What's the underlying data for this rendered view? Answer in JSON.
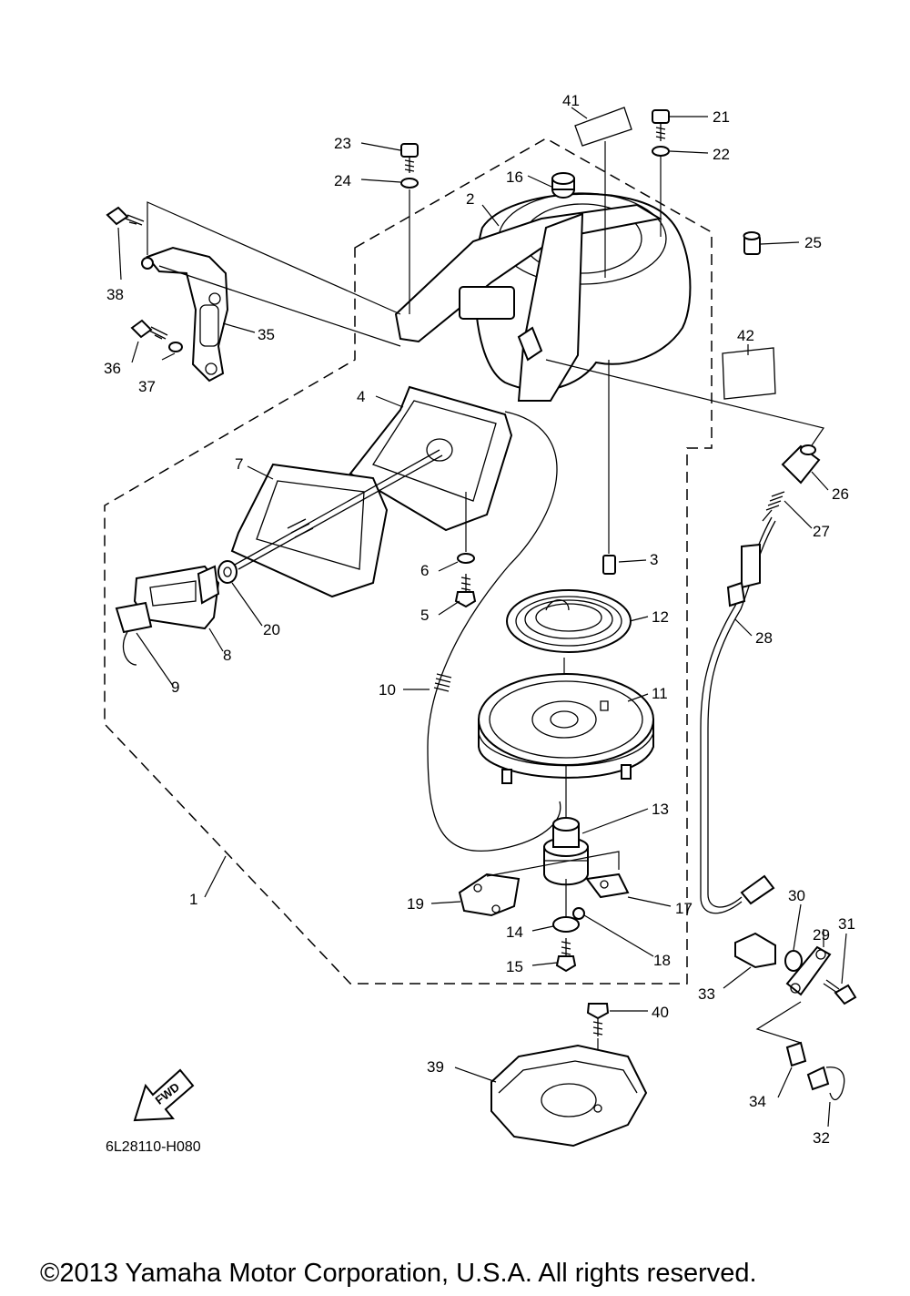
{
  "diagram": {
    "code": "6L28110-H080",
    "fwd_label": "FWD",
    "copyright": "©2013 Yamaha Motor Corporation, U.S.A. All rights reserved."
  },
  "callouts": [
    {
      "id": "1",
      "text": "1"
    },
    {
      "id": "2",
      "text": "2"
    },
    {
      "id": "3",
      "text": "3"
    },
    {
      "id": "4",
      "text": "4"
    },
    {
      "id": "5",
      "text": "5"
    },
    {
      "id": "6",
      "text": "6"
    },
    {
      "id": "7",
      "text": "7"
    },
    {
      "id": "8",
      "text": "8"
    },
    {
      "id": "9",
      "text": "9"
    },
    {
      "id": "10",
      "text": "10"
    },
    {
      "id": "11",
      "text": "11"
    },
    {
      "id": "12",
      "text": "12"
    },
    {
      "id": "13",
      "text": "13"
    },
    {
      "id": "14",
      "text": "14"
    },
    {
      "id": "15",
      "text": "15"
    },
    {
      "id": "16",
      "text": "16"
    },
    {
      "id": "17",
      "text": "17"
    },
    {
      "id": "18",
      "text": "18"
    },
    {
      "id": "19",
      "text": "19"
    },
    {
      "id": "20",
      "text": "20"
    },
    {
      "id": "21",
      "text": "21"
    },
    {
      "id": "22",
      "text": "22"
    },
    {
      "id": "23",
      "text": "23"
    },
    {
      "id": "24",
      "text": "24"
    },
    {
      "id": "25",
      "text": "25"
    },
    {
      "id": "26",
      "text": "26"
    },
    {
      "id": "27",
      "text": "27"
    },
    {
      "id": "28",
      "text": "28"
    },
    {
      "id": "29",
      "text": "29"
    },
    {
      "id": "30",
      "text": "30"
    },
    {
      "id": "31",
      "text": "31"
    },
    {
      "id": "32",
      "text": "32"
    },
    {
      "id": "33",
      "text": "33"
    },
    {
      "id": "34",
      "text": "34"
    },
    {
      "id": "35",
      "text": "35"
    },
    {
      "id": "36",
      "text": "36"
    },
    {
      "id": "37",
      "text": "37"
    },
    {
      "id": "38",
      "text": "38"
    },
    {
      "id": "39",
      "text": "39"
    },
    {
      "id": "40",
      "text": "40"
    },
    {
      "id": "41",
      "text": "41"
    },
    {
      "id": "42",
      "text": "42"
    }
  ]
}
